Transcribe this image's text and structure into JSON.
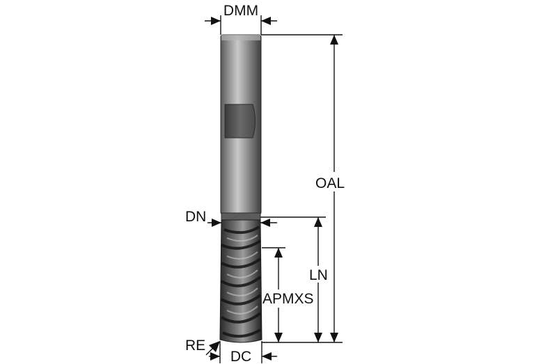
{
  "diagram": {
    "labels": {
      "dmm": "DMM",
      "oal": "OAL",
      "dn": "DN",
      "ln": "LN",
      "apmxs": "APMXS",
      "re": "RE",
      "dc": "DC"
    }
  }
}
